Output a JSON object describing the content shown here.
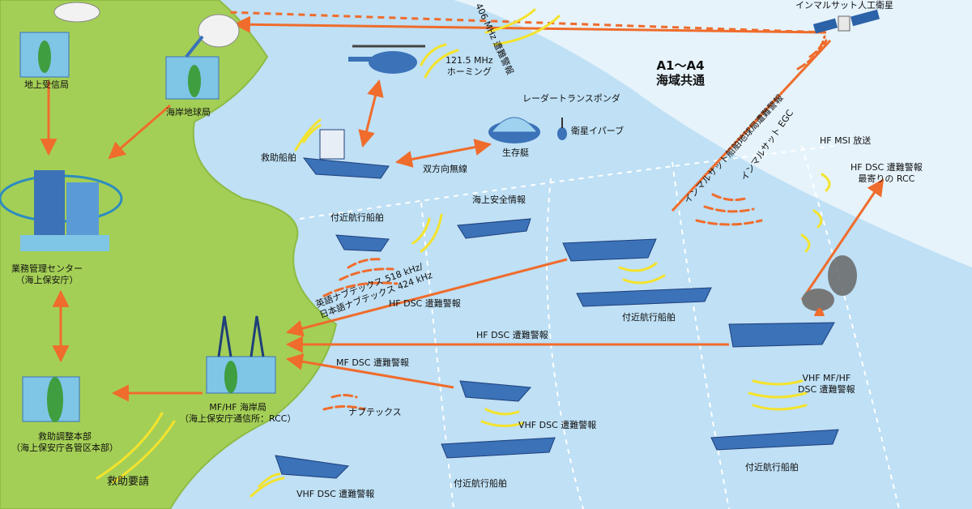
{
  "labels": {
    "inmarsat_satellite": "インマルサット人工衛星",
    "sea_area": "A1～A4",
    "sea_area_common": "海域共通",
    "ground_receiving_station": "地上受信局",
    "coast_earth_station": "海岸地球局",
    "operations_center": "業務管理センター",
    "operations_center_sub": "（海上保安庁）",
    "rescue_coordination_hq": "救助調整本部",
    "rescue_coordination_hq_sub": "（海上保安庁各管区本部）",
    "mfhf_coast_station": "MF/HF 海岸局",
    "mfhf_coast_station_sub": "（海上保安庁通信所：RCC）",
    "rescue_request": "救助要請",
    "epirb_406": "406 MHz 遭難警報",
    "homing_freq": "121.5 MHz",
    "homing": "ホーミング",
    "radar_transponder": "レーダートランスポンダ",
    "satellite_epirb": "衛星イパーブ",
    "rescue_ship": "救助船舶",
    "survival_craft": "生存艇",
    "two_way_radio": "双方向無線",
    "maritime_safety_info": "海上安全情報",
    "nearby_ship_1": "付近航行船舶",
    "nearby_ship_2": "付近航行船舶",
    "nearby_ship_3": "付近航行船舶",
    "nearby_ship_4": "付近航行船舶",
    "navtex_en": "英語ナブテックス 518 kHz/",
    "navtex_ja": "日本語ナブテックス 424 kHz",
    "hf_dsc_1": "HF DSC 遭難警報",
    "hf_dsc_2": "HF DSC 遭難警報",
    "mf_dsc": "MF DSC 遭難警報",
    "navtex": "ナブテックス",
    "vhf_dsc_1": "VHF DSC 遭難警報",
    "vhf_dsc_2": "VHF DSC 遭難警報",
    "vhf_mfhf_dsc": "VHF MF/HF",
    "vhf_mfhf_dsc_2": "DSC 遭難警報",
    "inmarsat_ship_earth": "インマルサット船舶地球局遭難警報",
    "inmarsat_egc": "インマルサット EGC",
    "hf_msi": "HF MSI 放送",
    "hf_dsc_rcc": "HF DSC 遭難警報",
    "nearest_rcc": "最寄りの RCC"
  },
  "colors": {
    "sea": "#bfe0f5",
    "open_ocean": "#e6f3fb",
    "land": "#a4cf56",
    "land_edge": "#8dbb44",
    "arrow": "#ef6c2c",
    "wave_yellow": "#f4e32c",
    "wave_orange": "#ef6c2c",
    "building": "#7fc5e6",
    "ship_hull": "#3b72b8"
  }
}
